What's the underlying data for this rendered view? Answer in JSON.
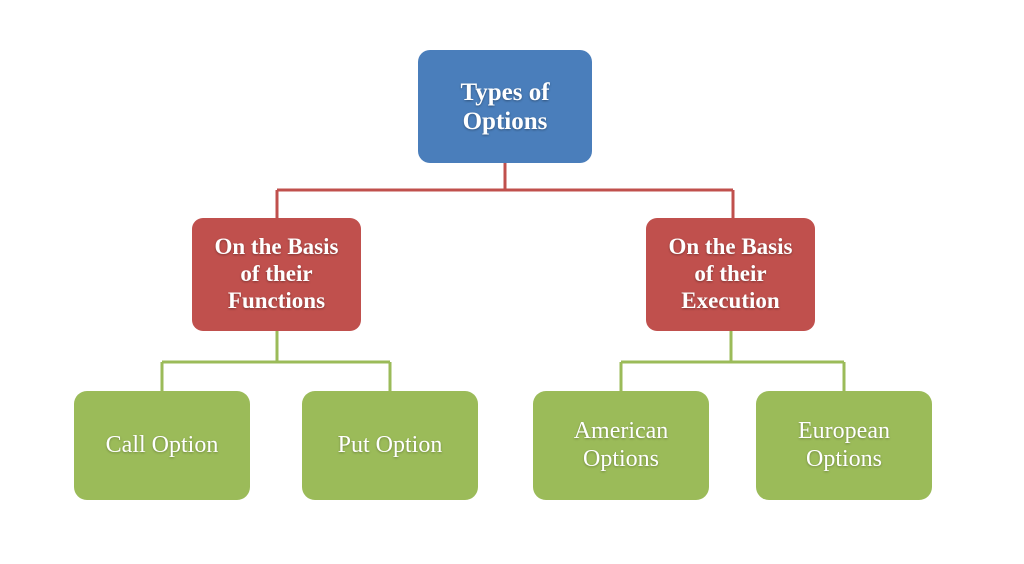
{
  "diagram": {
    "type": "tree",
    "title": "Types of Options",
    "background_color": "#ffffff",
    "root": {
      "label": "Types of\nOptions",
      "color": "#4a7ebb"
    },
    "branches": [
      {
        "label": "On the Basis\nof their\nFunctions",
        "color": "#c0504d",
        "children": [
          {
            "label": "Call Option",
            "color": "#9bbb59"
          },
          {
            "label": "Put Option",
            "color": "#9bbb59"
          }
        ]
      },
      {
        "label": "On the Basis\nof their\nExecution",
        "color": "#c0504d",
        "children": [
          {
            "label": "American\nOptions",
            "color": "#9bbb59"
          },
          {
            "label": "European\nOptions",
            "color": "#9bbb59"
          }
        ]
      }
    ],
    "connectors": {
      "root_to_branch_color": "#c0504d",
      "branch_to_leaf_color": "#9bbb59"
    }
  }
}
